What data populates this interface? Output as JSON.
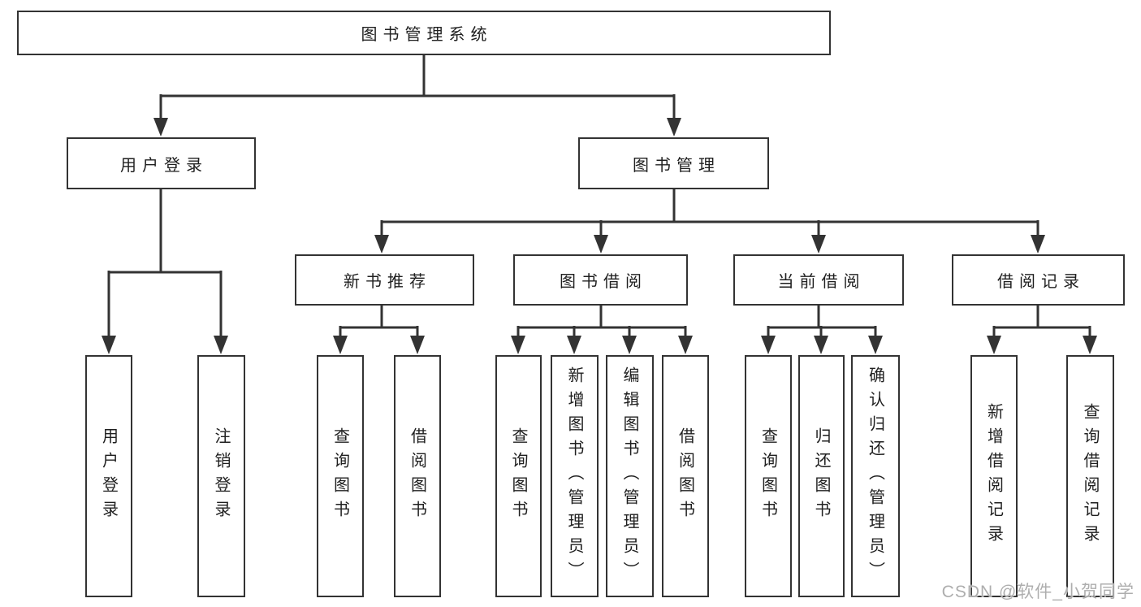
{
  "diagram": {
    "root": {
      "label": "图书管理系统"
    },
    "level2": [
      {
        "label": "用户登录"
      },
      {
        "label": "图书管理"
      }
    ],
    "level3": [
      {
        "label": "新书推荐",
        "parent": "图书管理"
      },
      {
        "label": "图书借阅",
        "parent": "图书管理"
      },
      {
        "label": "当前借阅",
        "parent": "图书管理"
      },
      {
        "label": "借阅记录",
        "parent": "图书管理"
      }
    ],
    "leaves": [
      {
        "label": "用户登录",
        "parent": "用户登录"
      },
      {
        "label": "注销登录",
        "parent": "用户登录"
      },
      {
        "label": "查询图书",
        "parent": "新书推荐"
      },
      {
        "label": "借阅图书",
        "parent": "新书推荐"
      },
      {
        "label": "查询图书",
        "parent": "图书借阅"
      },
      {
        "label": "新增图书（管理员）",
        "parent": "图书借阅"
      },
      {
        "label": "编辑图书（管理员）",
        "parent": "图书借阅"
      },
      {
        "label": "借阅图书",
        "parent": "图书借阅"
      },
      {
        "label": "查询图书",
        "parent": "当前借阅"
      },
      {
        "label": "归还图书",
        "parent": "当前借阅"
      },
      {
        "label": "确认归还（管理员）",
        "parent": "当前借阅"
      },
      {
        "label": "新增借阅记录",
        "parent": "借阅记录"
      },
      {
        "label": "查询借阅记录",
        "parent": "借阅记录"
      }
    ]
  },
  "watermark": {
    "text": "CSDN @软件_小贺同学"
  },
  "colors": {
    "line": "#333333",
    "text": "#1f1f1f",
    "bg": "#ffffff",
    "watermark": "#aeaeae"
  }
}
